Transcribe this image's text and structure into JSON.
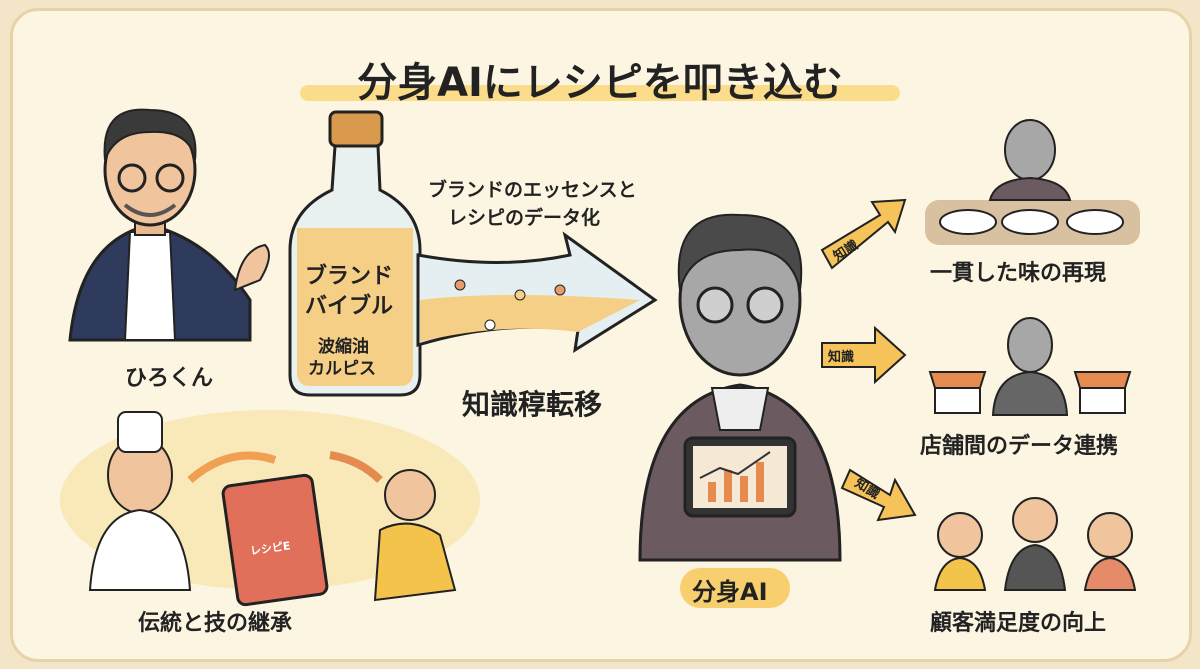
{
  "title": "分身AIにレシピを叩き込む",
  "left": {
    "person_label": "ひろくん",
    "bottle": {
      "line1": "ブランド",
      "line2": "バイブル",
      "line3": "波縮油",
      "line4": "カルピス"
    },
    "tradition_label": "伝統と技の継承",
    "book_label": "レシピE"
  },
  "center": {
    "caption_line1": "ブランドのエッセンスと",
    "caption_line2": "レシピのデータ化",
    "transfer_label": "知識稕転移",
    "ai_label": "分身AI"
  },
  "right": {
    "arrow_label": "知識",
    "outcomes": [
      {
        "label": "一貫した味の再現"
      },
      {
        "label": "店舗間のデータ連携"
      },
      {
        "label": "顧客満足度の向上"
      }
    ]
  },
  "colors": {
    "background": "#fcf5e2",
    "accent": "#f7cf6f",
    "arrow": "#f5c35a",
    "text": "#222222"
  }
}
